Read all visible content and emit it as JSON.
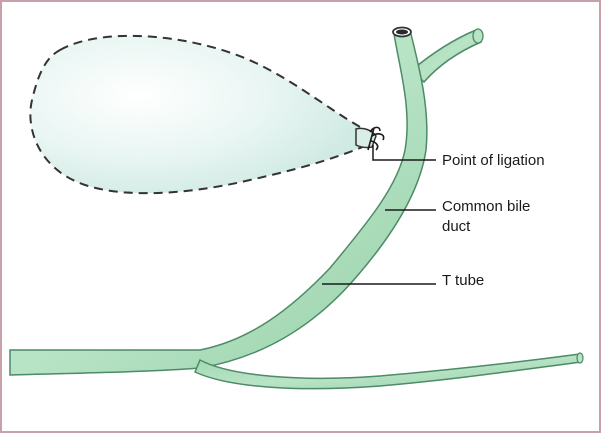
{
  "labels": {
    "point_of_ligation": "Point of ligation",
    "common_bile_duct_line1": "Common bile",
    "common_bile_duct_line2": "duct",
    "t_tube": "T tube"
  },
  "colors": {
    "frame_border": "#c8a0a8",
    "duct_fill": "#a8dcb8",
    "duct_outline": "#4d8a66",
    "gallbladder_fill": "#e6f4f2",
    "dashed_outline": "#333333",
    "leader_line": "#1a1a1a"
  }
}
